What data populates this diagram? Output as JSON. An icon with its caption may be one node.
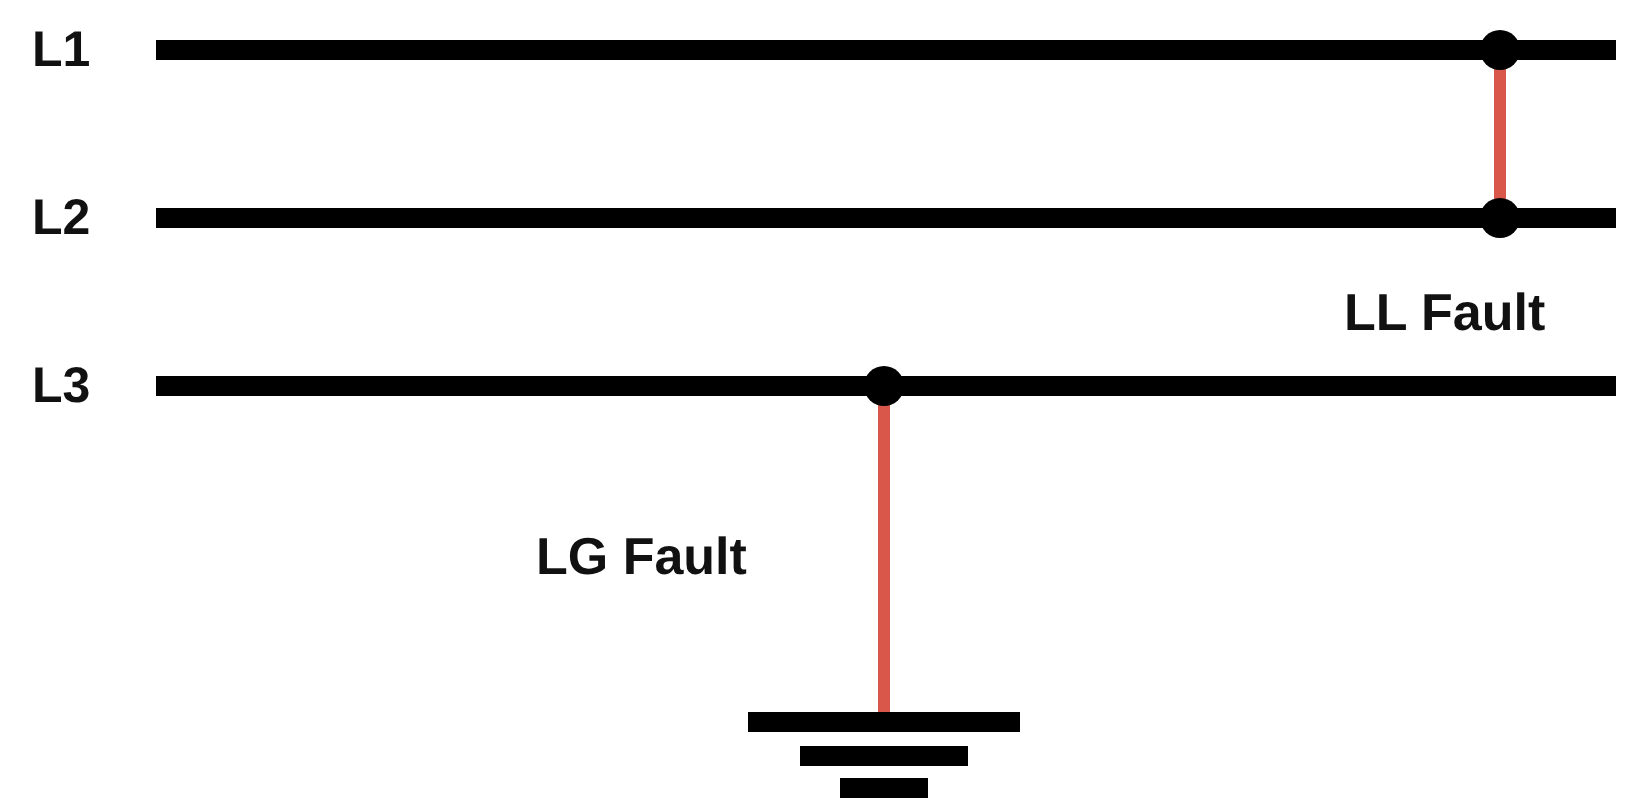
{
  "diagram": {
    "nodes": [
      {
        "text": [
          "L1"
        ]
      },
      {
        "text": [
          "L2"
        ]
      },
      {
        "text": [
          "L3"
        ]
      },
      {
        "text": [],
        "shape": "ground"
      }
    ],
    "edges": [
      {
        "from": 0,
        "to": 1,
        "arrow": "none",
        "label": "LL Fault",
        "color": "#d9574a"
      },
      {
        "from": 2,
        "to": 3,
        "arrow": "none",
        "label": "LG Fault",
        "color": "#d9574a"
      }
    ]
  }
}
